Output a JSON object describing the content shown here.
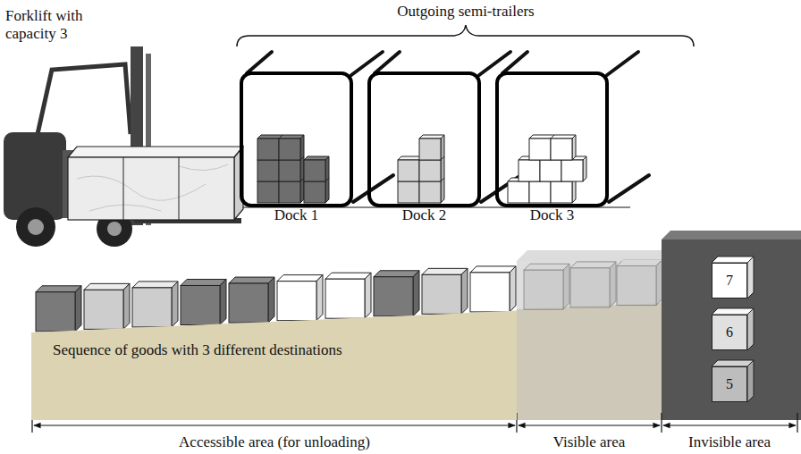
{
  "diagram": {
    "nodes": [
      {
        "text": [
          "Dock 1"
        ]
      },
      {
        "text": [
          "Dock 2"
        ]
      },
      {
        "text": [
          "Dock 3"
        ]
      },
      {
        "text": [
          "Sequence of goods with 3 different destinations"
        ]
      },
      {
        "text": [
          "7"
        ]
      },
      {
        "text": [
          "6"
        ]
      },
      {
        "text": [
          "5"
        ]
      }
    ],
    "labels": [
      "Outgoing semi-trailers",
      "Forklift with capacity 3",
      "Accessible area (for unloading)",
      "Visible area",
      "Invisible area"
    ]
  }
}
